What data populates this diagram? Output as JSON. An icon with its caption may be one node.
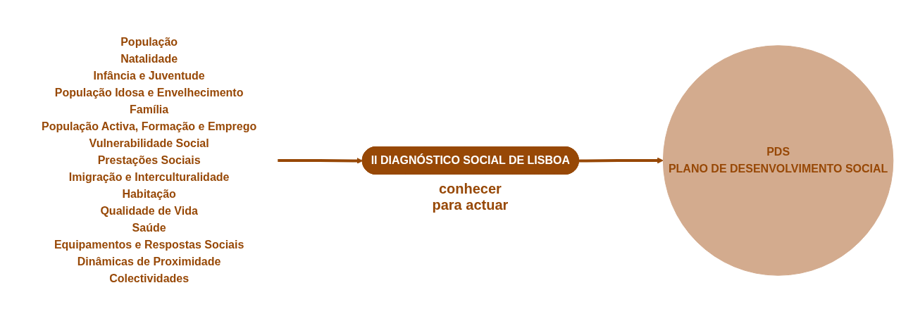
{
  "diagram": {
    "nodes": [
      {
        "text": [
          "População",
          "Natalidade",
          "Infância e Juventude",
          "População Idosa e Envelhecimento",
          "Família",
          "População Activa, Formação e Emprego",
          "Vulnerabilidade Social",
          "Prestações Sociais",
          "Imigração e Interculturalidade",
          "Habitação",
          "Qualidade de Vida",
          "Saúde",
          "Equipamentos e Respostas Sociais",
          "Dinâmicas de Proximidade",
          "Colectividades"
        ]
      },
      {
        "text": [
          "II DIAGNÓSTICO SOCIAL DE LISBOA"
        ],
        "beside": [
          "conhecer para actuar"
        ]
      },
      {
        "text": [
          "PDS",
          "PLANO DE DESENVOLVIMENTO SOCIAL"
        ]
      }
    ],
    "edges": [
      {
        "from": 0,
        "to": 1,
        "arrow": "to"
      },
      {
        "from": 1,
        "to": 2,
        "arrow": "to"
      }
    ]
  }
}
